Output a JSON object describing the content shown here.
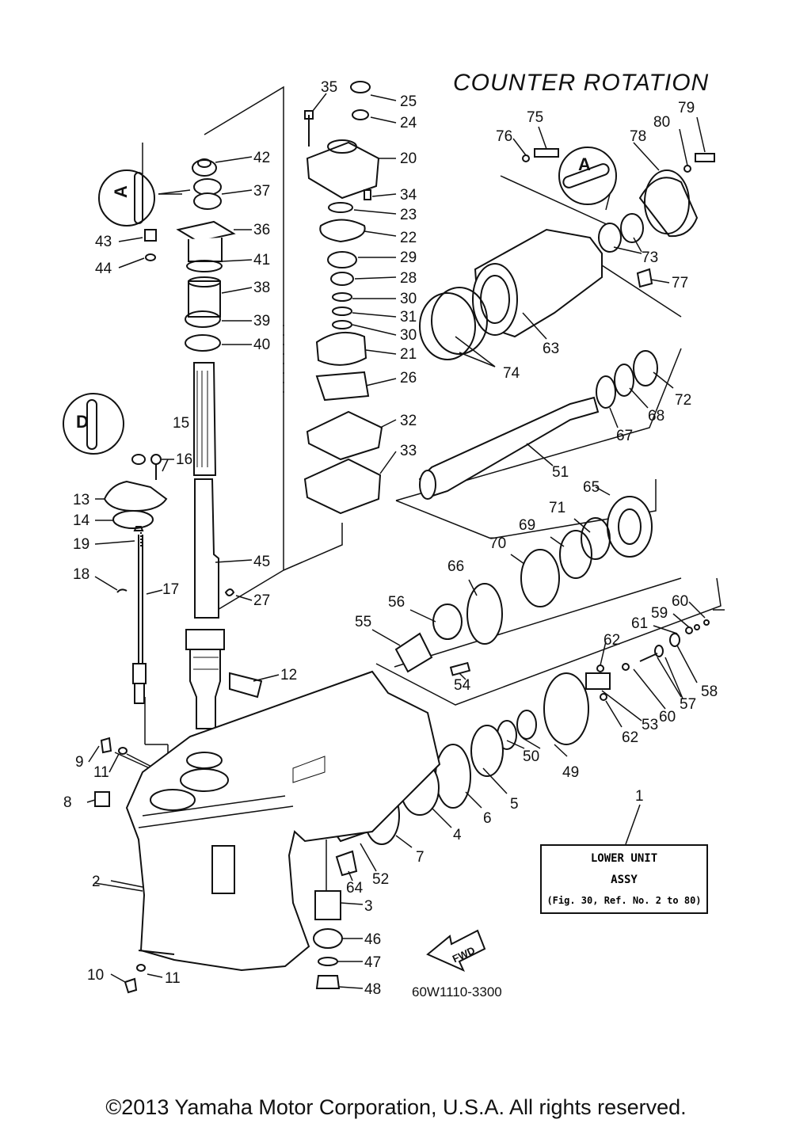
{
  "title": "COUNTER ROTATION",
  "assembly_box": {
    "line1": "LOWER UNIT",
    "line2": "ASSY",
    "line3": "(Fig. 30, Ref. No. 2 to 80)"
  },
  "diagram_code": "60W1110-3300",
  "fwd_label": "FWD",
  "copyright": "©2013 Yamaha Motor Corporation, U.S.A. All rights reserved.",
  "callouts": [
    "1",
    "2",
    "3",
    "4",
    "5",
    "6",
    "7",
    "8",
    "9",
    "10",
    "11",
    "11",
    "12",
    "13",
    "14",
    "15",
    "16",
    "17",
    "18",
    "19",
    "20",
    "21",
    "22",
    "23",
    "24",
    "25",
    "26",
    "27",
    "28",
    "29",
    "30",
    "30",
    "31",
    "32",
    "33",
    "34",
    "35",
    "36",
    "37",
    "38",
    "39",
    "40",
    "41",
    "42",
    "43",
    "44",
    "45",
    "46",
    "47",
    "48",
    "49",
    "50",
    "51",
    "52",
    "53",
    "54",
    "55",
    "56",
    "57",
    "58",
    "59",
    "60",
    "60",
    "61",
    "62",
    "62",
    "63",
    "64",
    "65",
    "66",
    "67",
    "68",
    "69",
    "70",
    "71",
    "72",
    "73",
    "74",
    "75",
    "76",
    "77",
    "78",
    "79",
    "80"
  ],
  "lubricant_symbols": [
    {
      "name": "grease-a-icon",
      "letter": "A"
    },
    {
      "name": "grease-a-icon",
      "letter": "A"
    },
    {
      "name": "grease-d-icon",
      "letter": "D"
    }
  ]
}
